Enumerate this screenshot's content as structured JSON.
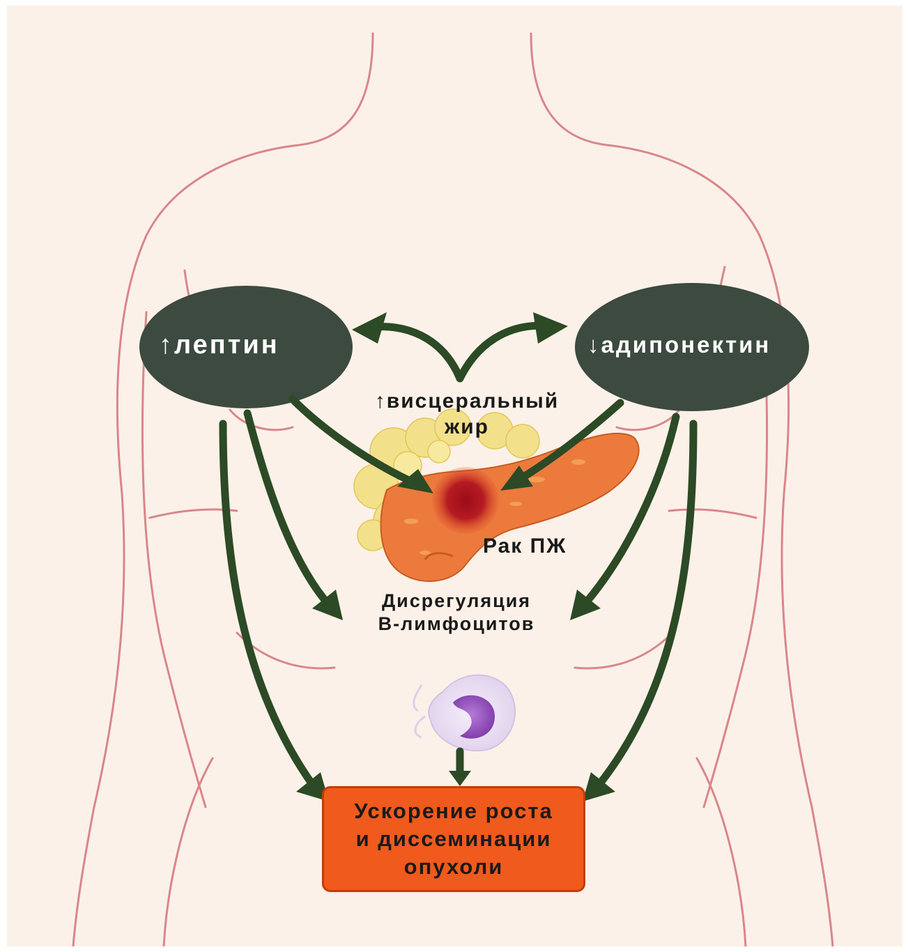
{
  "nodes": {
    "leptin": "↑лептин",
    "adiponectin": "↓адипонектин",
    "visceral_fat": "↑висцеральный\nжир",
    "pancreatic_cancer": "Рак ПЖ",
    "b_cell_dysregulation": "Дисрегуляция\nB-лимфоцитов",
    "outcome": "Ускорение роста\nи диссеминации\nопухоли"
  },
  "colors": {
    "background": "#fbf1e8",
    "body_outline": "#d9868a",
    "oval_fill": "#3c4a40",
    "arrow": "#2c4a25",
    "pancreas": "#ec7a3c",
    "tumor": "#a3101c",
    "fat": "#f3e08a",
    "lymphocyte_nucleus": "#9a55c2",
    "outcome_box": "#f05a1c"
  },
  "icons": [
    "body-silhouette",
    "pancreas-illustration",
    "tumor-spot",
    "visceral-fat-cluster",
    "lymphocyte-cell"
  ]
}
